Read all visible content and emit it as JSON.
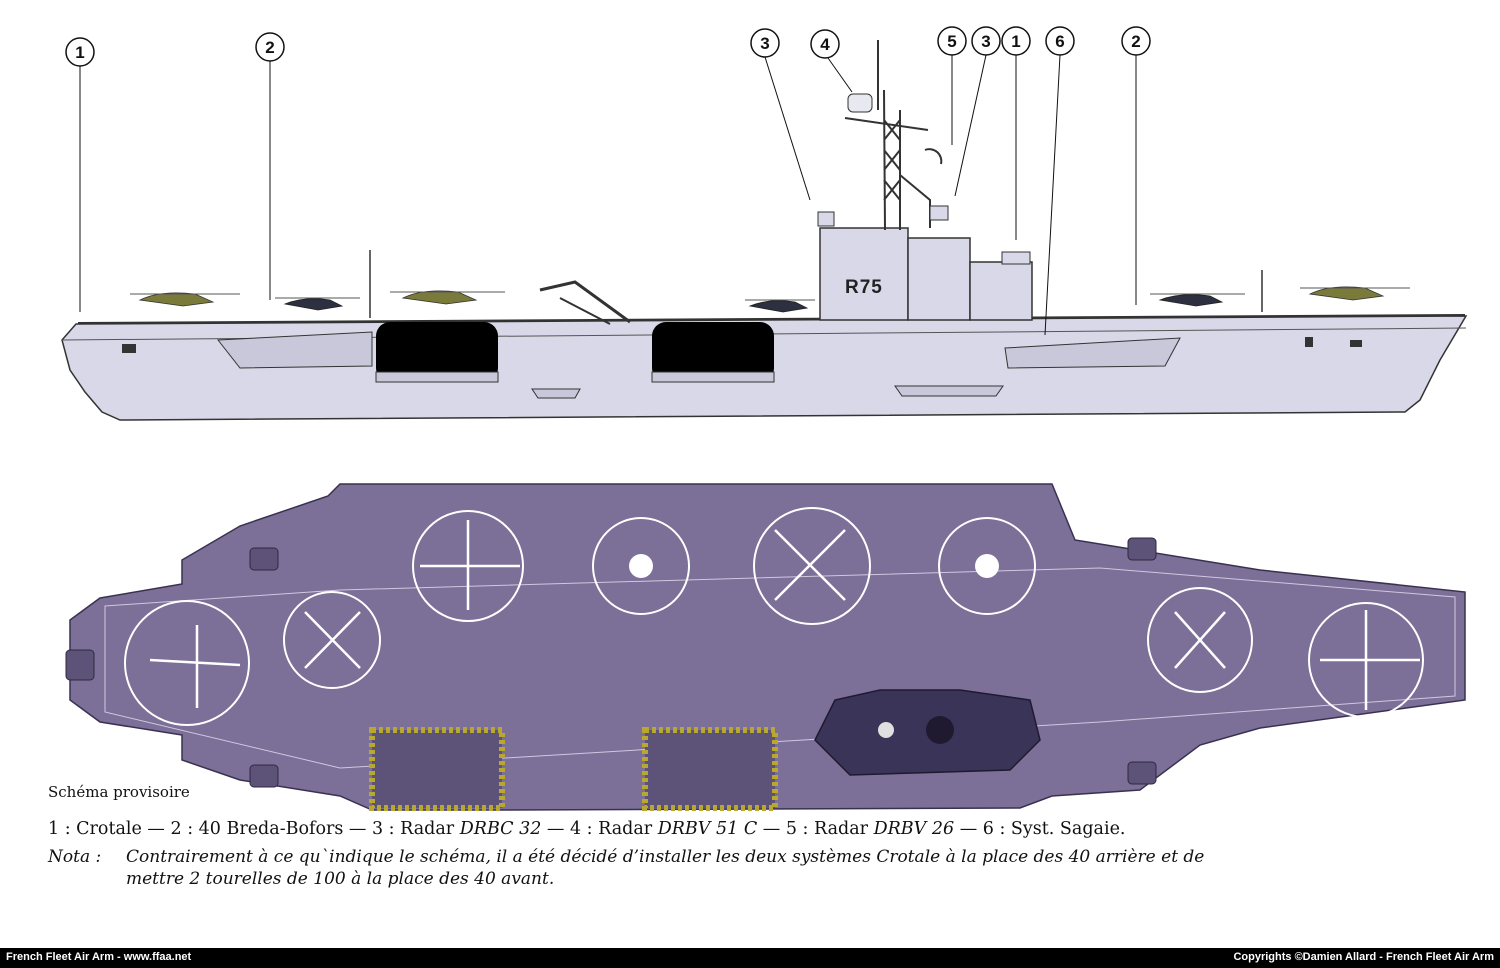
{
  "profile": {
    "hull_number": "R75",
    "callouts": [
      "1",
      "2",
      "3",
      "4",
      "5",
      "3",
      "1",
      "6",
      "2"
    ]
  },
  "plan": {
    "label": "Schéma provisoire"
  },
  "legend": {
    "p1": "1 : Crotale — 2 : 40 Breda-Bofors — 3 : Radar ",
    "i1": "DRBC 32",
    "p2": " — 4 : Radar ",
    "i2": "DRBV 51 C",
    "p3": " — 5 : Radar ",
    "i3": "DRBV 26",
    "p4": " — 6 : Syst. Sagaie."
  },
  "nota": {
    "label": "Nota :",
    "line1": "Contrairement à ce qu`indique le schéma, il a été décidé d’installer les deux systèmes Crotale à la place des 40 arrière et de",
    "line2": "mettre 2 tourelles de 100 à la place des 40 avant."
  },
  "footer": {
    "left": "French Fleet Air Arm - www.ffaa.net",
    "right": "Copyrights ©Damien Allard - French Fleet Air Arm"
  },
  "colors": {
    "hull": "#d8d8e8",
    "deck": "#7c6f98",
    "deck_dark": "#5d5278",
    "helicopter_green": "#7a7a3a"
  }
}
